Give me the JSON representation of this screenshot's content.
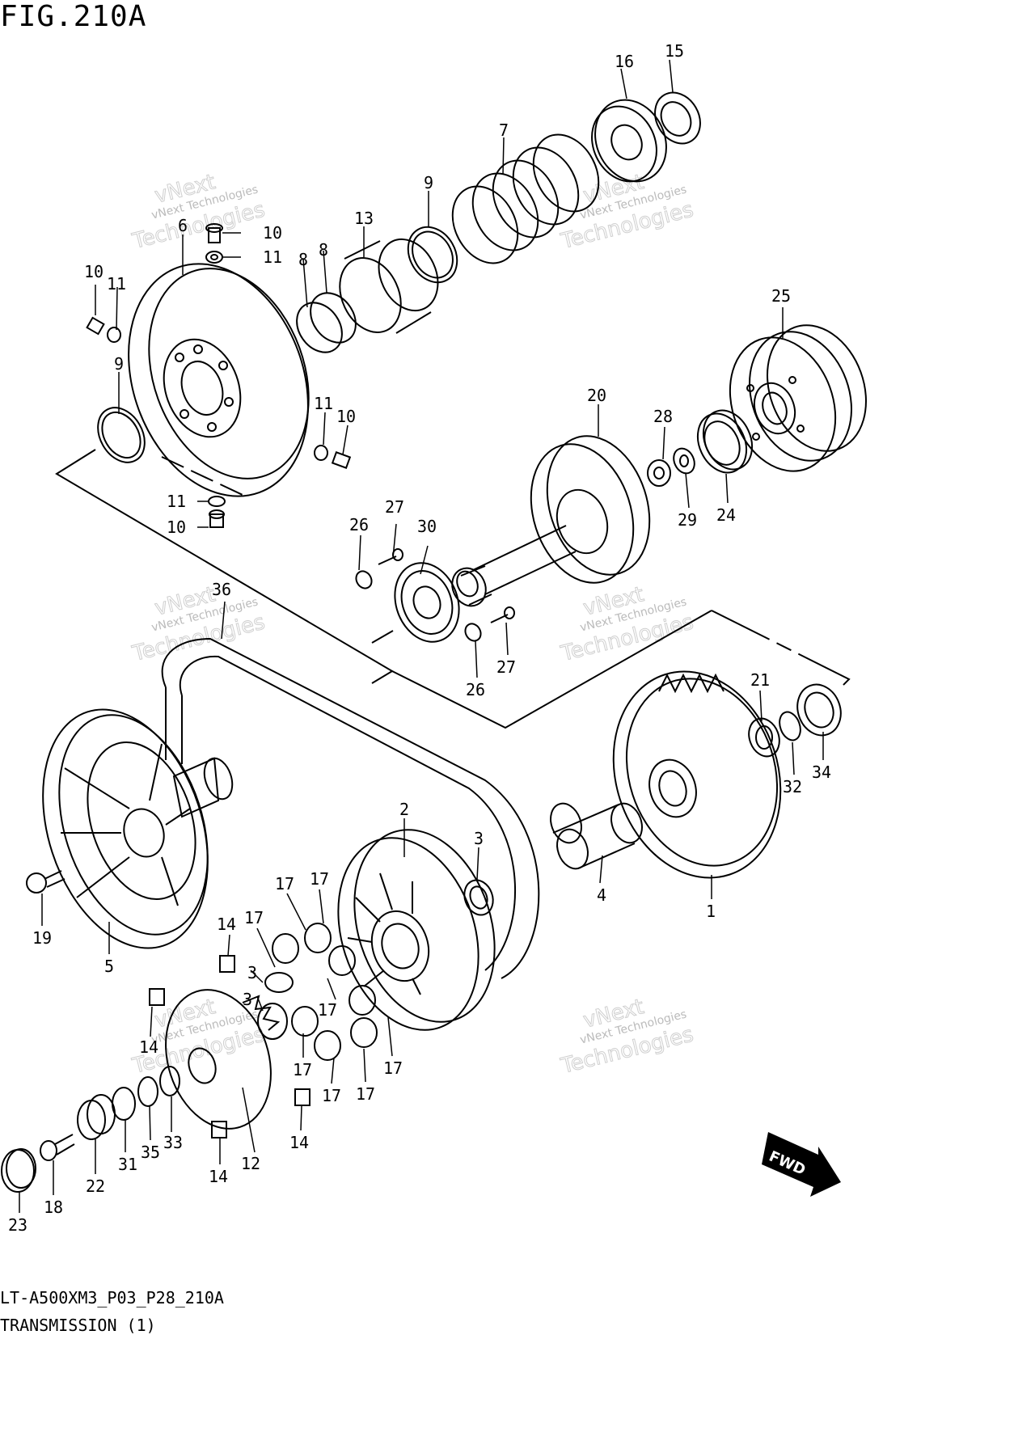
{
  "figure_title": "FIG.210A",
  "footer": {
    "model_code": "LT-A500XM3_P03_P28_210A",
    "section_title": "TRANSMISSION (1)"
  },
  "watermark": {
    "line_small": "vNext Technologies",
    "line_big_1": "vNext",
    "line_big_2": "Technologies"
  },
  "fwd_label": "FWD",
  "callouts": [
    {
      "n": "15"
    },
    {
      "n": "16"
    },
    {
      "n": "7"
    },
    {
      "n": "9"
    },
    {
      "n": "13"
    },
    {
      "n": "10"
    },
    {
      "n": "11"
    },
    {
      "n": "6"
    },
    {
      "n": "8"
    },
    {
      "n": "8"
    },
    {
      "n": "10"
    },
    {
      "n": "11"
    },
    {
      "n": "9"
    },
    {
      "n": "11"
    },
    {
      "n": "10"
    },
    {
      "n": "11"
    },
    {
      "n": "10"
    },
    {
      "n": "25"
    },
    {
      "n": "20"
    },
    {
      "n": "28"
    },
    {
      "n": "29"
    },
    {
      "n": "24"
    },
    {
      "n": "27"
    },
    {
      "n": "26"
    },
    {
      "n": "30"
    },
    {
      "n": "27"
    },
    {
      "n": "26"
    },
    {
      "n": "36"
    },
    {
      "n": "21"
    },
    {
      "n": "32"
    },
    {
      "n": "34"
    },
    {
      "n": "2"
    },
    {
      "n": "3"
    },
    {
      "n": "4"
    },
    {
      "n": "1"
    },
    {
      "n": "19"
    },
    {
      "n": "5"
    },
    {
      "n": "17"
    },
    {
      "n": "17"
    },
    {
      "n": "17"
    },
    {
      "n": "14"
    },
    {
      "n": "3"
    },
    {
      "n": "3"
    },
    {
      "n": "17"
    },
    {
      "n": "14"
    },
    {
      "n": "17"
    },
    {
      "n": "17"
    },
    {
      "n": "17"
    },
    {
      "n": "17"
    },
    {
      "n": "14"
    },
    {
      "n": "33"
    },
    {
      "n": "35"
    },
    {
      "n": "31"
    },
    {
      "n": "22"
    },
    {
      "n": "12"
    },
    {
      "n": "14"
    },
    {
      "n": "18"
    },
    {
      "n": "23"
    }
  ]
}
